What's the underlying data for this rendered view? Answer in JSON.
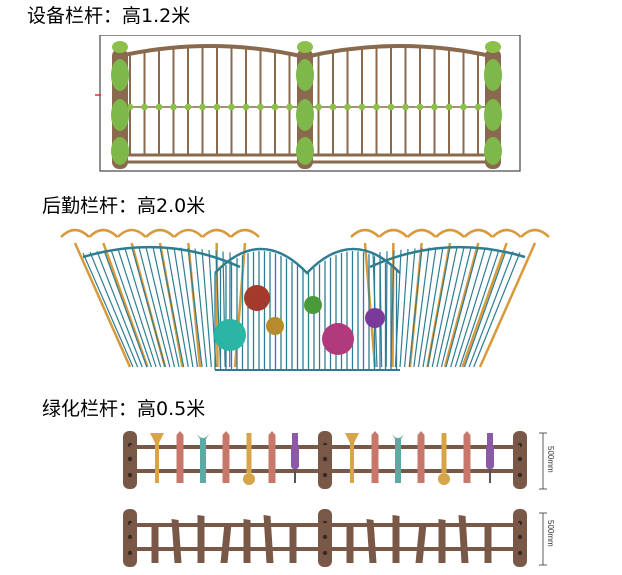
{
  "labels": {
    "equipment": "设备栏杆：高1.2米",
    "rear": "后勤栏杆：高2.0米",
    "green": "绿化栏杆：高0.5米"
  },
  "dimensions": {
    "upper": "500mm",
    "lower": "500mm"
  },
  "colors": {
    "railing_brown": "#8a6a4e",
    "leaf_green": "#7fb84a",
    "bead_green": "#8cc04a",
    "fan_orange": "#d89a3c",
    "bar_teal": "#2f7d92",
    "ball_red": "#a33a2c",
    "ball_green": "#4a9a3a",
    "ball_teal": "#2bb5a5",
    "ball_gold": "#b88a2e",
    "ball_magenta": "#b03a7c",
    "ball_purple": "#7a3a9a",
    "post_brown": "#7a5848",
    "picket_pink": "#c8786a"
  }
}
